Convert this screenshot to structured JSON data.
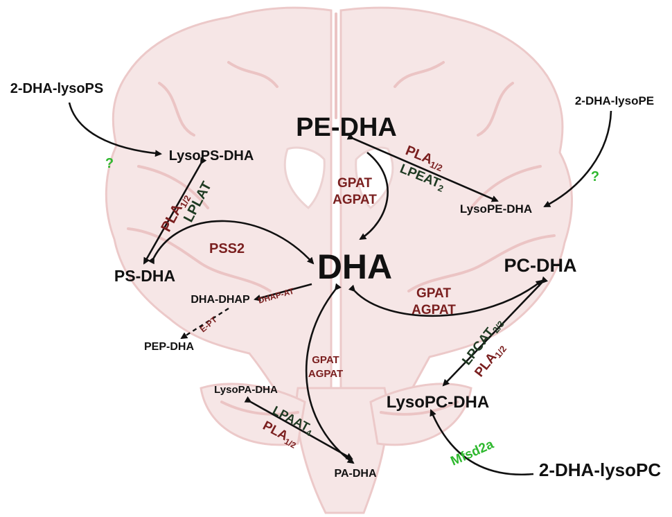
{
  "colors": {
    "node_text": "#111111",
    "enzyme_dark_red": "#7a1f1f",
    "enzyme_dark_green": "#1e3a22",
    "transporter_green": "#2eb82e",
    "brain_fill": "#f6e6e6",
    "brain_outline": "#ecc9c9"
  },
  "nodes": {
    "dha": "DHA",
    "pe_dha": "PE-DHA",
    "pc_dha": "PC-DHA",
    "ps_dha": "PS-DHA",
    "lysops_dha": "LysoPS-DHA",
    "lysope_dha": "LysoPE-DHA",
    "lysopc_dha": "LysoPC-DHA",
    "lysopa_dha": "LysoPA-DHA",
    "pa_dha": "PA-DHA",
    "dha_dhap": "DHA-DHAP",
    "pep_dha": "PEP-DHA",
    "lysops_2dha": "2-DHA-lysoPS",
    "lysope_2dha": "2-DHA-lysoPE",
    "lysopc_2dha": "2-DHA-lysoPC"
  },
  "enzymes": {
    "pla12": "PLA",
    "pla12_sub": "1/2",
    "lplat": "LPLAT",
    "pss2": "PSS2",
    "gpat": "GPAT",
    "agpat": "AGPAT",
    "lpeat": "LPEAT",
    "lpeat_sub": "2",
    "dhap_at": "DHAP-AT",
    "e_pt": "E-PT",
    "lpcat": "LPCAT",
    "lpcat_sub": "2/3",
    "lpaat": "LPAAT",
    "lpaat_sub": "4",
    "unknown": "?",
    "mfsd2a": "Mfsd2a"
  }
}
